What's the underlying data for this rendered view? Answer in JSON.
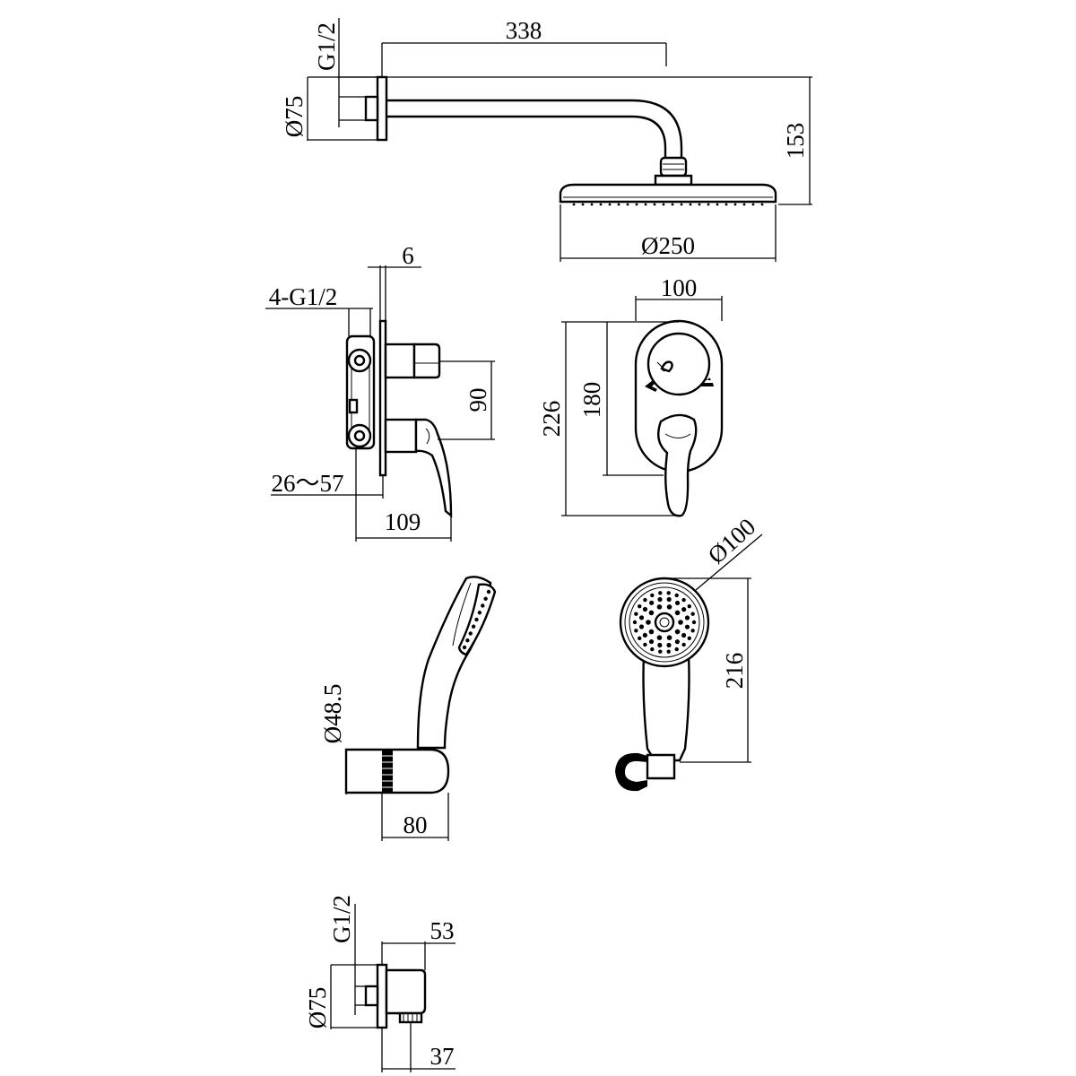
{
  "drawing": {
    "views": {
      "overhead_shower": {
        "label": "overhead-shower-view",
        "dims": {
          "arm_length": "338",
          "inlet_thread": "G1/2",
          "flange_dia": "Ø75",
          "drop_height": "153",
          "head_dia": "Ø250"
        }
      },
      "mixer_side": {
        "label": "mixer-side-view",
        "dims": {
          "plate_thickness": "6",
          "inlet_threads": "4-G1/2",
          "outlet_spacing": "90",
          "install_depth": "26～57",
          "projection": "109"
        }
      },
      "mixer_front": {
        "label": "mixer-front-view",
        "dims": {
          "plate_width": "100",
          "inner_height": "180",
          "overall_height": "226"
        },
        "symbols": [
          "handshower-outlet-symbol",
          "overhead-outlet-symbol"
        ]
      },
      "hand_shower_side": {
        "label": "hand-shower-side-view",
        "dims": {
          "handle_dia": "Ø48.5",
          "holder_length": "80"
        }
      },
      "hand_shower_front": {
        "label": "hand-shower-front-view",
        "dims": {
          "head_dia": "Ø100",
          "overall_length": "216"
        }
      },
      "wall_outlet": {
        "label": "wall-outlet-view",
        "dims": {
          "inlet_thread": "G1/2",
          "flange_dia": "Ø75",
          "depth": "53",
          "outlet_offset": "37"
        }
      }
    }
  }
}
